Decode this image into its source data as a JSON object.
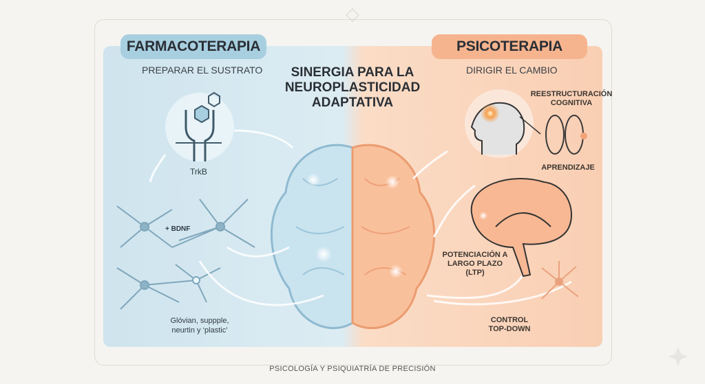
{
  "left": {
    "label": "FARMACOTERAPIA",
    "subtitle": "PREPARAR EL SUSTRATO",
    "receptor": "TrkB",
    "bdnf": "+ BDNF",
    "caption": "Glóvian, suppple, neurtin y ‘plastic’"
  },
  "right": {
    "label": "PSICOTERAPIA",
    "subtitle": "DIRIGIR EL CAMBIO",
    "restructuring": "REESTRUCTURACIÓN COGNITIVA",
    "learning": "APRENDIZAJE",
    "ltp": "POTENCIACIÓN A LARGO PLAZO (LTP)",
    "control": "CONTROL TOP-DOWN"
  },
  "title": "SINERGIA PARA LA NEUROPLASTICIDAD ADAPTATIVA",
  "footer": "PSICOLOGÍA Y PSIQUIATRÍA DE PRECISIÓN",
  "colors": {
    "blue": "#a8cfe0",
    "orange": "#f6b48e"
  }
}
